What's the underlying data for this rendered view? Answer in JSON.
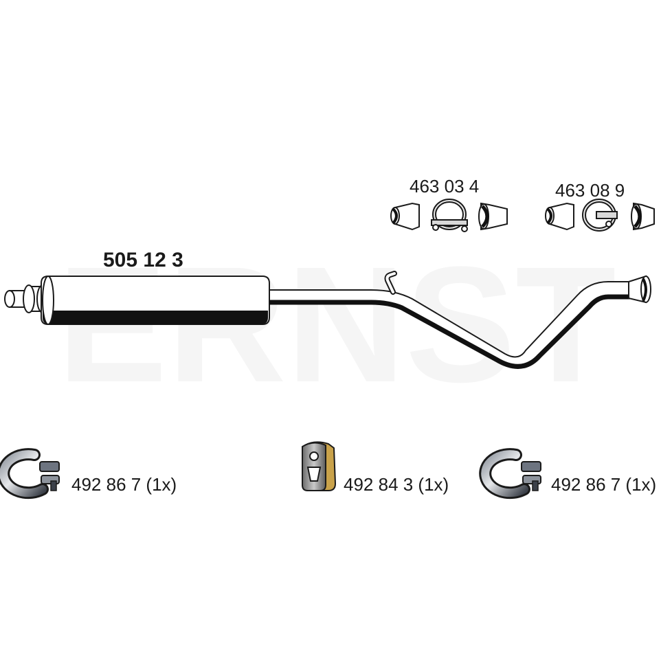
{
  "watermark": "ERNST",
  "main_part": {
    "number": "505 12 3"
  },
  "mounting_kits": [
    {
      "number": "463 03 4",
      "icon": "clamp-kit-icon"
    },
    {
      "number": "463 08 9",
      "icon": "clamp-kit-icon"
    }
  ],
  "accessories": [
    {
      "number": "492 86 7 (1x)",
      "icon": "pipe-clamp-icon"
    },
    {
      "number": "492 84 3 (1x)",
      "icon": "rubber-hanger-icon"
    },
    {
      "number": "492 86 7 (1x)",
      "icon": "pipe-clamp-icon"
    }
  ],
  "colors": {
    "ink": "#1a1a1a",
    "muffler_shadow": "#111111",
    "clamp_metal": "#6d7480",
    "watermark": "#f5f5f5"
  }
}
